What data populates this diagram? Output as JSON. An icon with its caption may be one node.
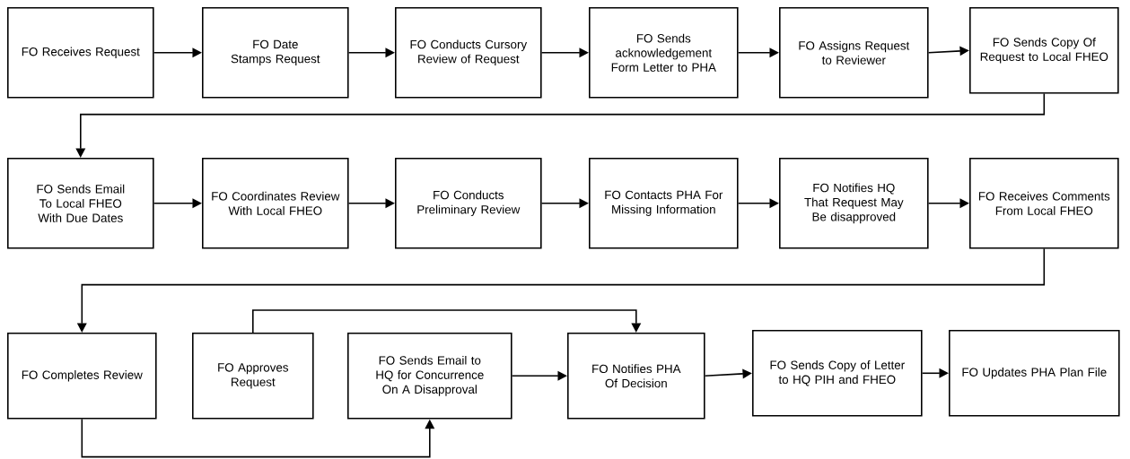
{
  "diagram": {
    "nodes": [
      {
        "text": [
          "FO Receives Request"
        ]
      },
      {
        "text": [
          "FO Date Stamps Request"
        ]
      },
      {
        "text": [
          "FO Conducts Cursory Review of Request"
        ]
      },
      {
        "text": [
          "FO Sends acknowledgement Form Letter to PHA"
        ]
      },
      {
        "text": [
          "FO Assigns Request to Reviewer"
        ]
      },
      {
        "text": [
          "FO Sends Copy Of Request to Local FHEO"
        ]
      },
      {
        "text": [
          "FO Sends Email To Local FHEO With Due Dates"
        ]
      },
      {
        "text": [
          "FO Coordinates Review With Local FHEO"
        ]
      },
      {
        "text": [
          "FO Conducts Preliminary Review"
        ]
      },
      {
        "text": [
          "FO Contacts PHA For Missing Information"
        ]
      },
      {
        "text": [
          "FO Notifies HQ That Request May Be disapproved"
        ]
      },
      {
        "text": [
          "FO Receives Comments From Local FHEO"
        ]
      },
      {
        "text": [
          "FO Completes Review"
        ]
      },
      {
        "text": [
          "FO Approves Request"
        ]
      },
      {
        "text": [
          "FO Sends Email to HQ for Concurrence On A Disapproval"
        ]
      },
      {
        "text": [
          "FO Notifies PHA Of Decision"
        ]
      },
      {
        "text": [
          "FO Sends Copy of Letter to HQ PIH and FHEO"
        ]
      },
      {
        "text": [
          "FO Updates PHA Plan File"
        ]
      }
    ],
    "edges": [
      {
        "from": 0,
        "to": 1,
        "arrow": "to"
      },
      {
        "from": 1,
        "to": 2,
        "arrow": "to"
      },
      {
        "from": 2,
        "to": 3,
        "arrow": "to"
      },
      {
        "from": 3,
        "to": 4,
        "arrow": "to"
      },
      {
        "from": 4,
        "to": 5,
        "arrow": "to"
      },
      {
        "from": 5,
        "to": 6,
        "arrow": "to"
      },
      {
        "from": 6,
        "to": 7,
        "arrow": "to"
      },
      {
        "from": 7,
        "to": 8,
        "arrow": "to"
      },
      {
        "from": 8,
        "to": 9,
        "arrow": "to"
      },
      {
        "from": 9,
        "to": 10,
        "arrow": "to"
      },
      {
        "from": 10,
        "to": 11,
        "arrow": "to"
      },
      {
        "from": 11,
        "to": 12,
        "arrow": "to"
      },
      {
        "from": 12,
        "to": 14,
        "arrow": "to"
      },
      {
        "from": 13,
        "to": 15,
        "arrow": "to"
      },
      {
        "from": 14,
        "to": 15,
        "arrow": "to"
      },
      {
        "from": 15,
        "to": 16,
        "arrow": "to"
      },
      {
        "from": 16,
        "to": 17,
        "arrow": "to"
      }
    ]
  }
}
